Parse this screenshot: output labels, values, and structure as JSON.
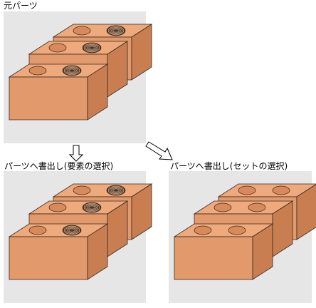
{
  "labels": {
    "original_parts": "元パーツ",
    "export_by_element": "パーツへ書出し(要素の選択)",
    "export_by_set": "パーツへ書出し(セットの選択)"
  },
  "colors": {
    "panel_bg": "#e6e6e6",
    "block_front": "#e29a6c",
    "block_top": "#eeaa7c",
    "block_side": "#c97e52",
    "outline": "#3a2a20"
  }
}
